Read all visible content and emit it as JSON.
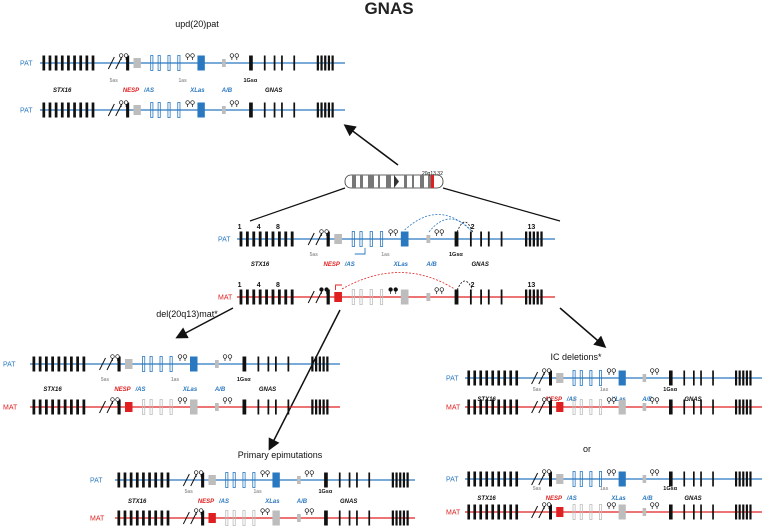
{
  "title": "GNAS",
  "chromosome_label": "20q13.32",
  "sides": {
    "pat": "PAT",
    "mat": "MAT"
  },
  "genes": {
    "stx16": "STX16",
    "nesp": "NESP",
    "as": "/AS",
    "xlas": "XLas",
    "ab": "A/B",
    "gnas": "GNAS"
  },
  "markers": {
    "five_as": "5as",
    "one_as": "1as",
    "one_gsa": "1Gsα"
  },
  "exons": {
    "e1": "1",
    "e4": "4",
    "e8": "8",
    "e2": "2",
    "e13": "13"
  },
  "panels": {
    "upd": "upd(20)pat",
    "del": "del(20q13)mat*",
    "epi": "Primary epimutations",
    "ic": "IC deletions*",
    "or": "or"
  },
  "colors": {
    "pat": "#2a78c0",
    "mat": "#e02020",
    "gray_exon": "#bdbdbd",
    "black": "#111111"
  }
}
